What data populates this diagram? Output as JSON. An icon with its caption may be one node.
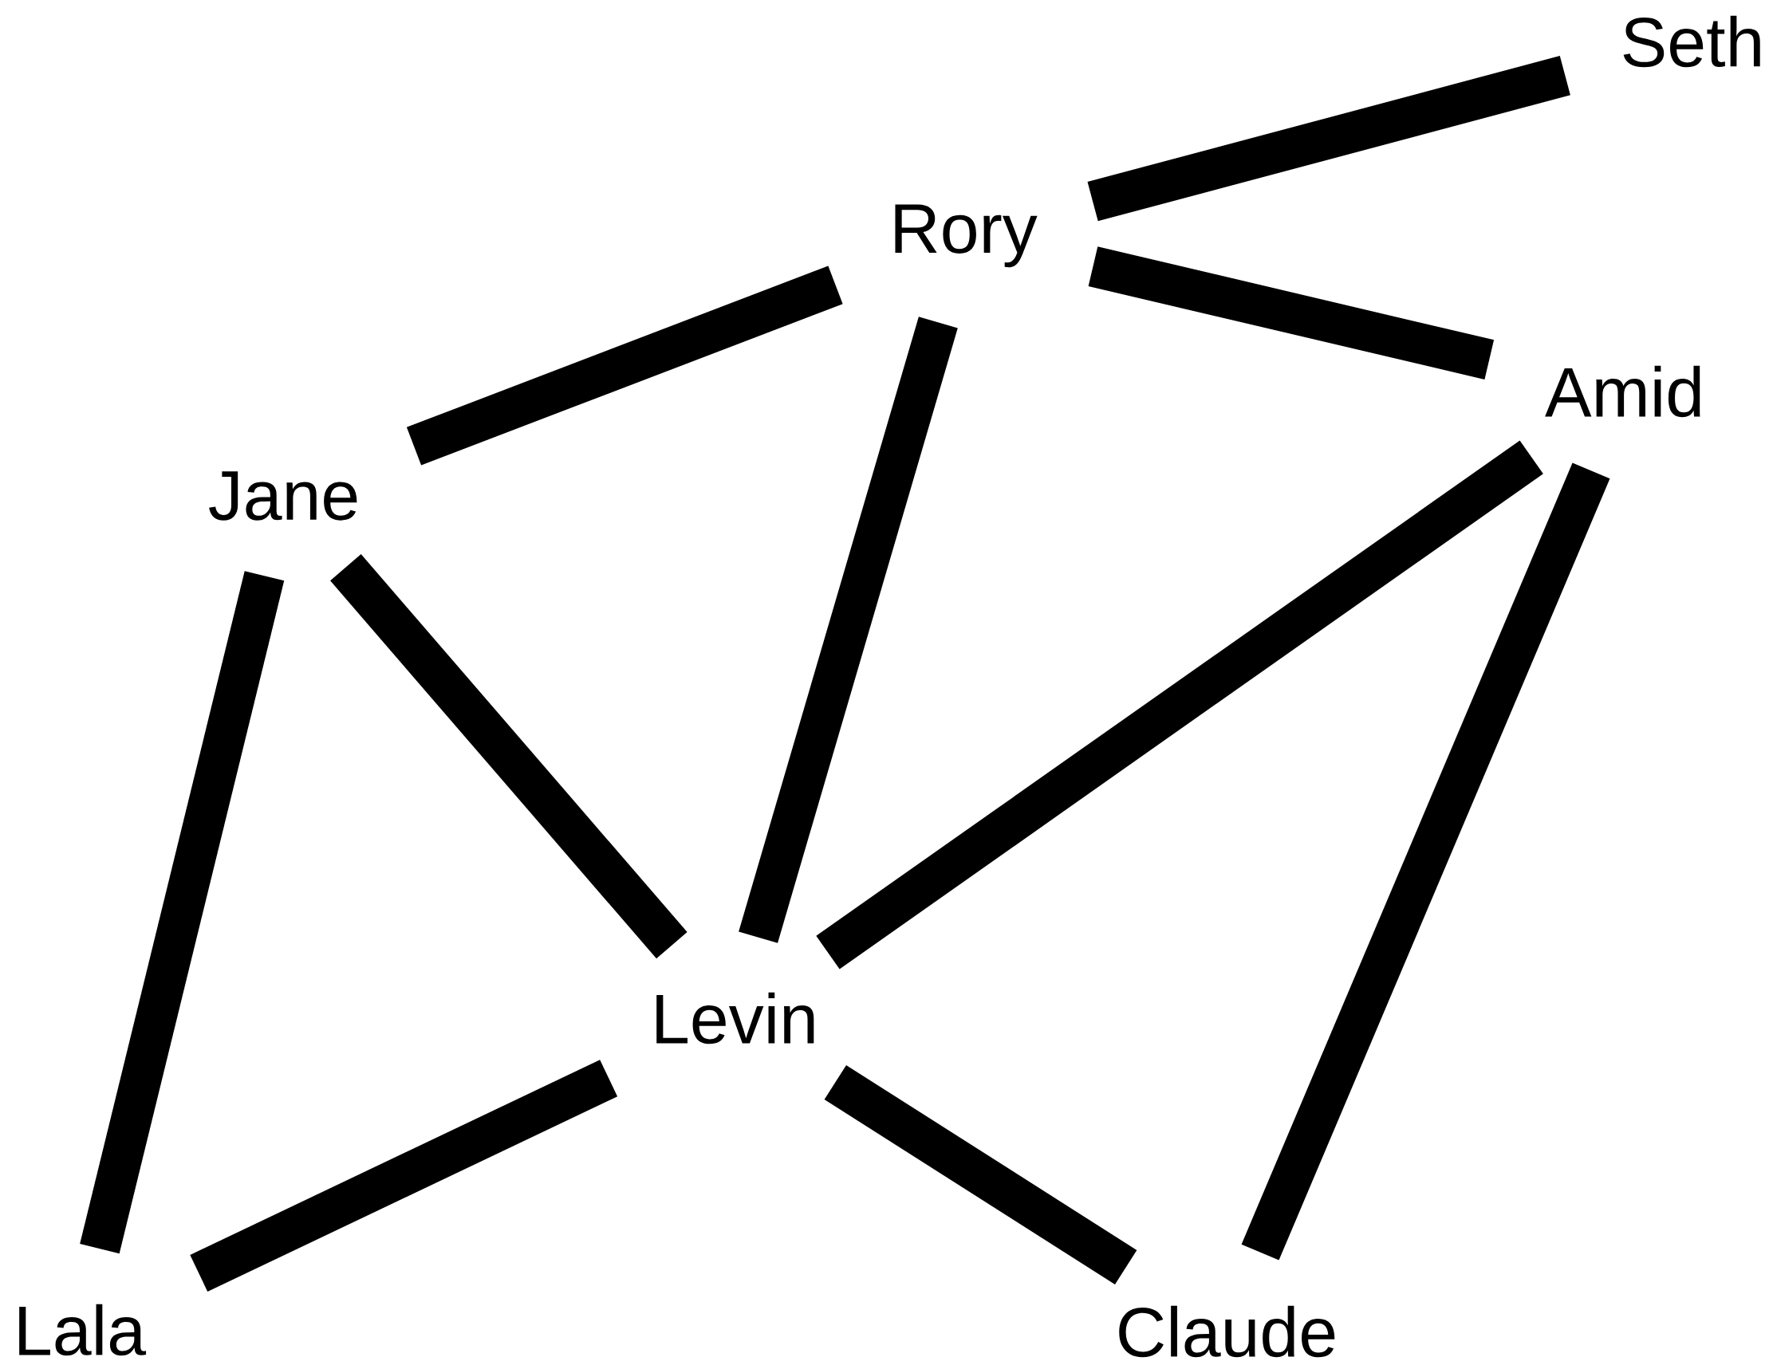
{
  "diagram": {
    "nodes": [
      {
        "text": [
          "Seth"
        ]
      },
      {
        "text": [
          "Rory"
        ]
      },
      {
        "text": [
          "Amid"
        ]
      },
      {
        "text": [
          "Jane"
        ]
      },
      {
        "text": [
          "Levin"
        ]
      },
      {
        "text": [
          "Lala"
        ]
      },
      {
        "text": [
          "Claude"
        ]
      }
    ],
    "edges": [
      {
        "from": 1,
        "to": 0,
        "arrow": "none"
      },
      {
        "from": 1,
        "to": 2,
        "arrow": "none"
      },
      {
        "from": 1,
        "to": 3,
        "arrow": "none"
      },
      {
        "from": 1,
        "to": 4,
        "arrow": "none"
      },
      {
        "from": 3,
        "to": 4,
        "arrow": "none"
      },
      {
        "from": 3,
        "to": 5,
        "arrow": "none"
      },
      {
        "from": 2,
        "to": 4,
        "arrow": "none"
      },
      {
        "from": 2,
        "to": 6,
        "arrow": "none"
      },
      {
        "from": 4,
        "to": 5,
        "arrow": "none"
      },
      {
        "from": 4,
        "to": 6,
        "arrow": "none"
      }
    ]
  }
}
